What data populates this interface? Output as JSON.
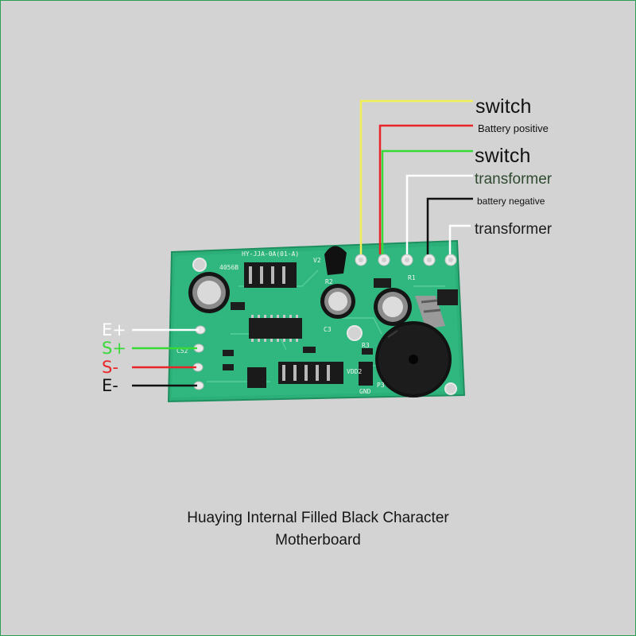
{
  "colors": {
    "background": "#d3d3d3",
    "border": "#2e9e55",
    "pcb": "#2bb07a",
    "wire_yellow": "#f2ee55",
    "wire_red": "#e8262a",
    "wire_green": "#39d939",
    "wire_white": "#ffffff",
    "wire_black": "#111111"
  },
  "labels": {
    "switch_top": "switch",
    "battery_positive": "Battery positive",
    "switch_second": "switch",
    "transformer_top": "transformer",
    "battery_negative": "battery negative",
    "transformer_bottom": "transformer"
  },
  "pins": {
    "e_plus": "E+",
    "s_plus": "S+",
    "s_minus": "S-",
    "e_minus": "E-"
  },
  "pcb_markings": {
    "model": "HY-JJA-0A(01-A)",
    "chip": "4056B",
    "v2": "V2",
    "r1": "R1",
    "r2": "R2",
    "r3": "R3",
    "c3": "C3",
    "c52": "C52",
    "p3": "P3",
    "gnd": "GND",
    "vdd2": "VDD2"
  },
  "caption": {
    "line1": "Huaying Internal Filled Black Character",
    "line2": "Motherboard"
  }
}
